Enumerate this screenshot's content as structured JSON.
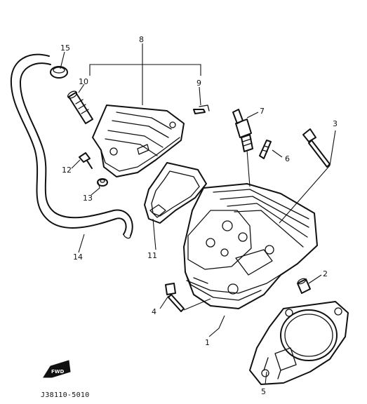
{
  "callouts": {
    "c1": "1",
    "c2": "2",
    "c3": "3",
    "c4": "4",
    "c5": "5",
    "c6": "6",
    "c7": "7",
    "c8": "8",
    "c9": "9",
    "c10": "10",
    "c11": "11",
    "c12": "12",
    "c13": "13",
    "c14": "14",
    "c15": "15"
  },
  "fwd_label": "FWD",
  "figure_code": "J38110-5010"
}
